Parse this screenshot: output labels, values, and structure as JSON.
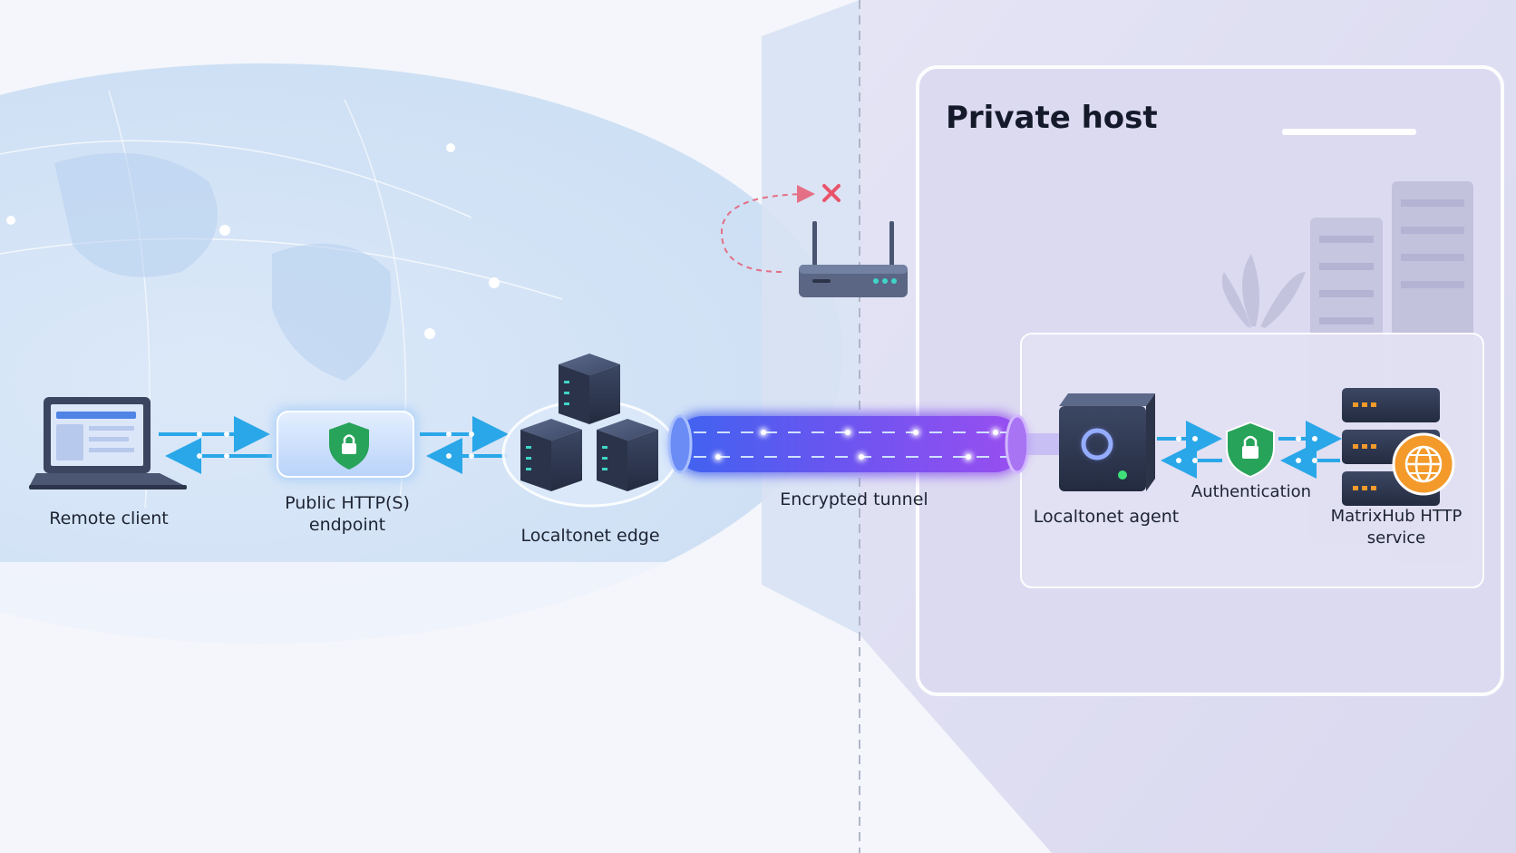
{
  "diagram": {
    "zone_title": "Private host",
    "nodes": {
      "remote_client": "Remote client",
      "public_endpoint_line1": "Public HTTP(S)",
      "public_endpoint_line2": "endpoint",
      "edge": "Localtonet edge",
      "tunnel": "Encrypted tunnel",
      "agent": "Localtonet agent",
      "auth": "Authentication",
      "service_line1": "MatrixHub HTTP",
      "service_line2": "service"
    }
  },
  "colors": {
    "arrow": "#2aa7e8",
    "shield": "#27a35a",
    "tunnel_start": "#3f63f0",
    "tunnel_end": "#9a4ef0",
    "blocked": "#e8546a",
    "globe_icon": "#f39a2b"
  },
  "icons": [
    "laptop-icon",
    "shield-lock-icon",
    "server-cluster-icon",
    "router-icon",
    "agent-box-icon",
    "server-rack-icon",
    "globe-icon",
    "blocked-x-icon"
  ]
}
